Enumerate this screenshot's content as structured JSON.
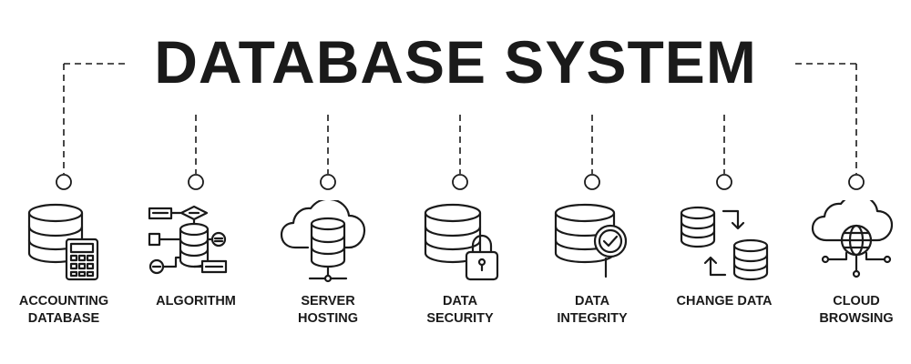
{
  "title": "DATABASE SYSTEM",
  "items": [
    {
      "line1": "ACCOUNTING",
      "line2": "DATABASE",
      "icon": "accounting-database-icon"
    },
    {
      "line1": "ALGORITHM",
      "line2": "",
      "icon": "algorithm-icon"
    },
    {
      "line1": "SERVER",
      "line2": "HOSTING",
      "icon": "server-hosting-icon"
    },
    {
      "line1": "DATA",
      "line2": "SECURITY",
      "icon": "data-security-icon"
    },
    {
      "line1": "DATA",
      "line2": "INTEGRITY",
      "icon": "data-integrity-icon"
    },
    {
      "line1": "CHANGE DATA",
      "line2": "",
      "icon": "change-data-icon"
    },
    {
      "line1": "CLOUD",
      "line2": "BROWSING",
      "icon": "cloud-browsing-icon"
    }
  ],
  "colors": {
    "ink": "#1a1a1a",
    "background": "#ffffff"
  }
}
